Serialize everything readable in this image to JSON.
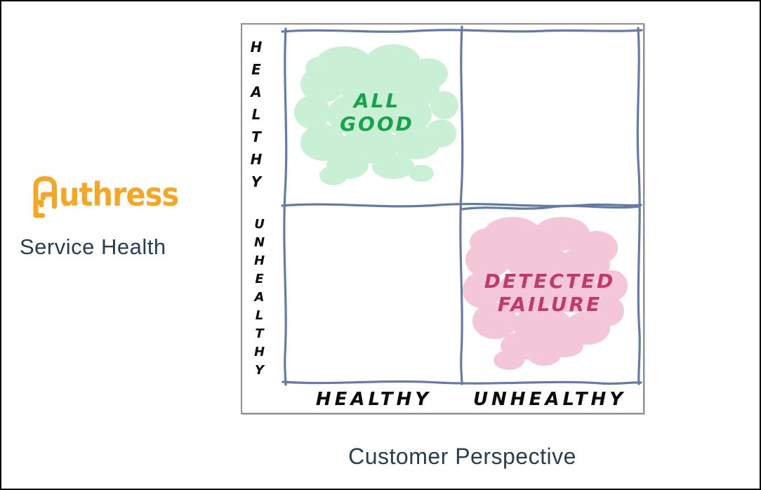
{
  "page": {
    "background": "#ffffff",
    "border_color": "#000000"
  },
  "brand": {
    "name": "Authress",
    "wordmark_suffix": "uthress",
    "subtitle": "Service Health",
    "logo_color": "#F5A623",
    "subtitle_color": "#263E52"
  },
  "chart": {
    "type": "quadrant-matrix",
    "x_axis_title": "Customer Perspective",
    "y_axis": {
      "top_label": "HEALTHY",
      "bottom_label": "UNHEALTHY"
    },
    "x_axis": {
      "left_label": "HEALTHY",
      "right_label": "UNHEALTHY"
    },
    "quadrants": {
      "top_left": {
        "label": "ALL GOOD",
        "highlight_fill": "#C9EFD4",
        "text_color": "#18A24C"
      },
      "top_right": {
        "label": ""
      },
      "bottom_left": {
        "label": ""
      },
      "bottom_right": {
        "label": "DETECTED FAILURE",
        "highlight_fill": "#F3C6D8",
        "text_color": "#C23A6C"
      }
    },
    "grid_line_color": "#5B74A1",
    "matrix_cells": [
      [
        "ALL GOOD",
        ""
      ],
      [
        "",
        "DETECTED FAILURE"
      ]
    ]
  }
}
